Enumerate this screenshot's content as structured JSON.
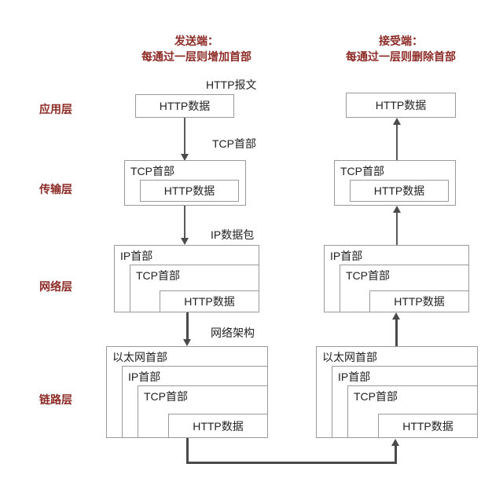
{
  "diagram": {
    "title_left_line1": "发送端：",
    "title_left_line2": "每通过一层则增加首部",
    "title_right_line1": "接受端：",
    "title_right_line2": "每通过一层则删除首部",
    "accent_color": "#8c2a25",
    "box_border_color": "#9a9a9a",
    "arrow_color": "#4a4a4a"
  },
  "layers": [
    {
      "name": "应用层"
    },
    {
      "name": "传输层"
    },
    {
      "name": "网络层"
    },
    {
      "name": "链路层"
    }
  ],
  "flow_labels": {
    "http_message": "HTTP报文",
    "tcp_header": "TCP首部",
    "ip_packet": "IP数据包",
    "network_frame": "网络架构"
  },
  "pdu": {
    "http_data": "HTTP数据",
    "tcp_header": "TCP首部",
    "ip_header": "IP首部",
    "ethernet_header": "以太网首部"
  },
  "sender": {
    "application": {
      "boxes": [
        "HTTP数据"
      ]
    },
    "transport": {
      "boxes": [
        "TCP首部",
        "HTTP数据"
      ]
    },
    "network": {
      "boxes": [
        "IP首部",
        "TCP首部",
        "HTTP数据"
      ]
    },
    "link": {
      "boxes": [
        "以太网首部",
        "IP首部",
        "TCP首部",
        "HTTP数据"
      ]
    }
  },
  "receiver": {
    "application": {
      "boxes": [
        "HTTP数据"
      ]
    },
    "transport": {
      "boxes": [
        "TCP首部",
        "HTTP数据"
      ]
    },
    "network": {
      "boxes": [
        "IP首部",
        "TCP首部",
        "HTTP数据"
      ]
    },
    "link": {
      "boxes": [
        "以太网首部",
        "IP首部",
        "TCP首部",
        "HTTP数据"
      ]
    }
  }
}
